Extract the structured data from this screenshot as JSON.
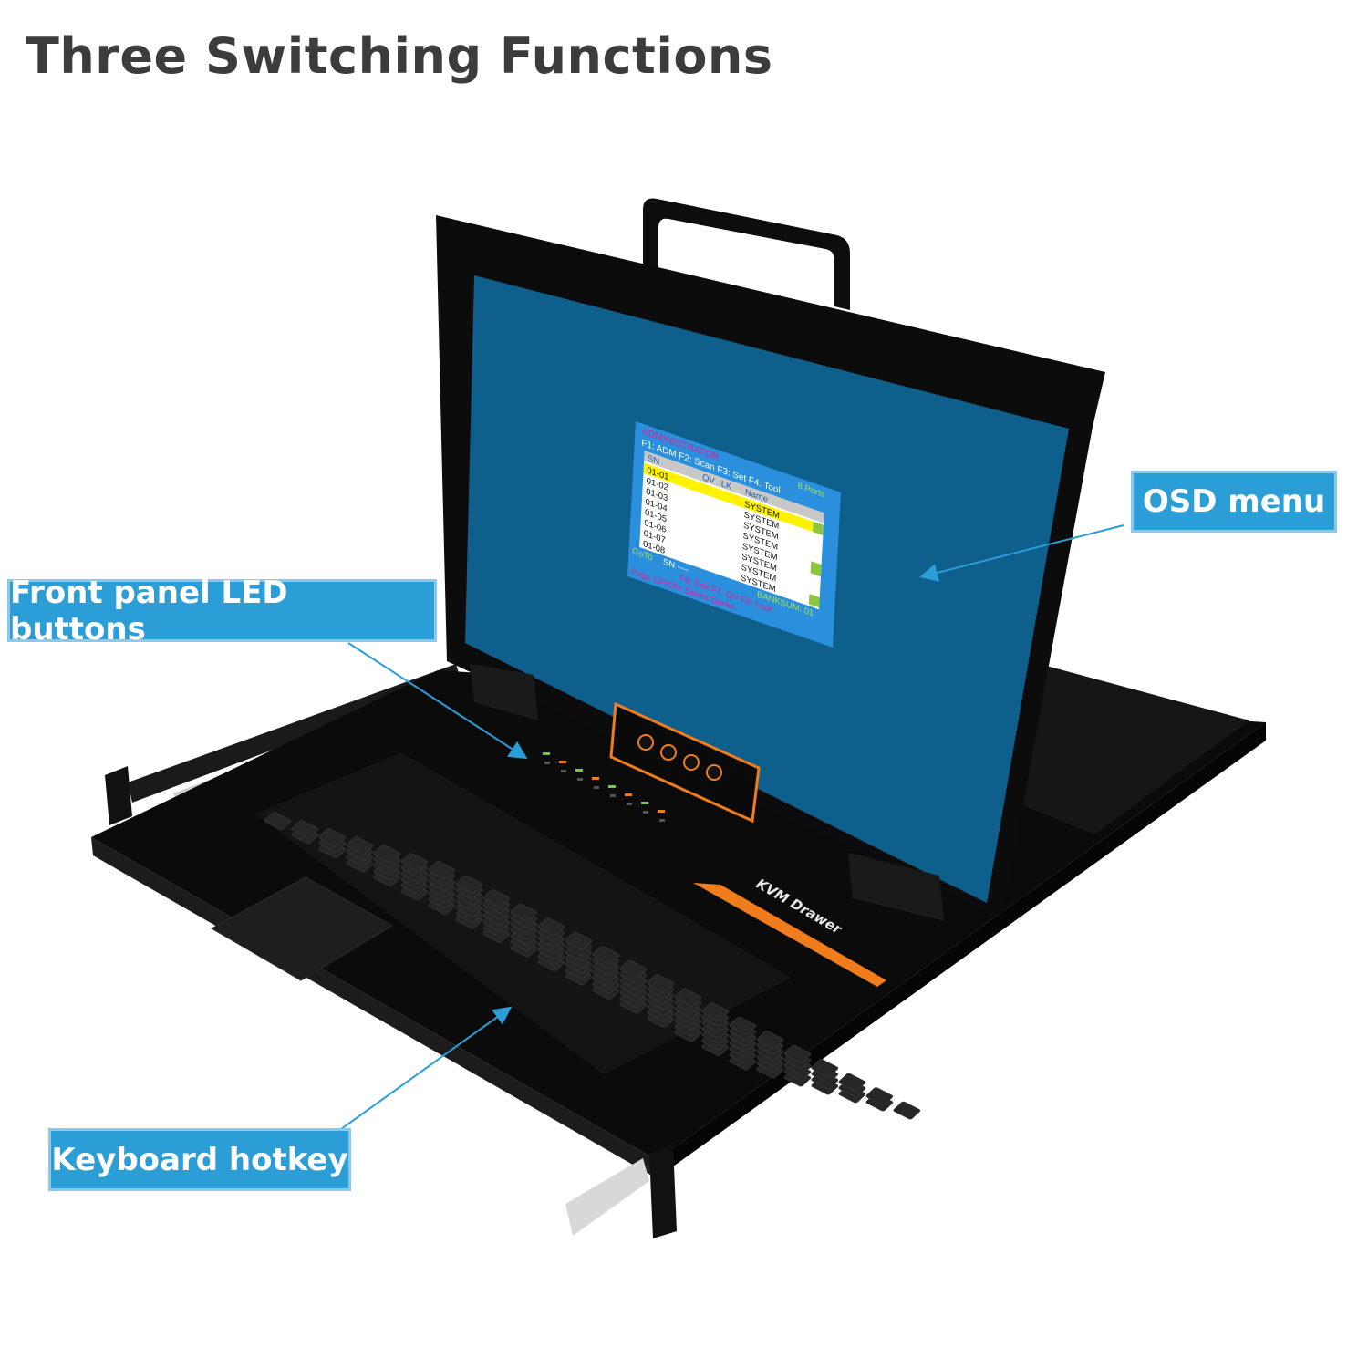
{
  "title": "Three Switching Functions",
  "callouts": {
    "osd": "OSD menu",
    "led": "Front panel LED buttons",
    "hotkey": "Keyboard hotkey"
  },
  "device": {
    "brand_label": "KVM Drawer"
  },
  "osd": {
    "header": "ADMINISTRATOR",
    "function_keys": "F1: ADM   F2: Scan   F3: Set   F4: Tool",
    "ports": "8 Ports",
    "columns": [
      "SN",
      "QV",
      "LK",
      "Name"
    ],
    "rows": [
      {
        "sn": "01-01",
        "name": "SYSTEM",
        "selected": true
      },
      {
        "sn": "01-02",
        "name": "SYSTEM"
      },
      {
        "sn": "01-03",
        "name": "SYSTEM"
      },
      {
        "sn": "01-04",
        "name": "SYSTEM"
      },
      {
        "sn": "01-05",
        "name": "SYSTEM"
      },
      {
        "sn": "01-06",
        "name": "SYSTEM"
      },
      {
        "sn": "01-07",
        "name": "SYSTEM"
      },
      {
        "sn": "01-08",
        "name": "SYSTEM"
      }
    ],
    "goto": "GoTo",
    "sn_field": "SN ----",
    "banksum": "BANKSUM: 01",
    "footer_keys_1": "F6: Edit   F7: QV   F8: Lout",
    "footer_keys_2": "Page UP/DN: Select Banks"
  },
  "colors": {
    "callout_bg": "#2b9ed8",
    "screen_blue": "#0f5f8c",
    "osd_blue": "#2a8fdc",
    "accent_orange": "#f07c1c",
    "selected_row": "#fff200"
  }
}
